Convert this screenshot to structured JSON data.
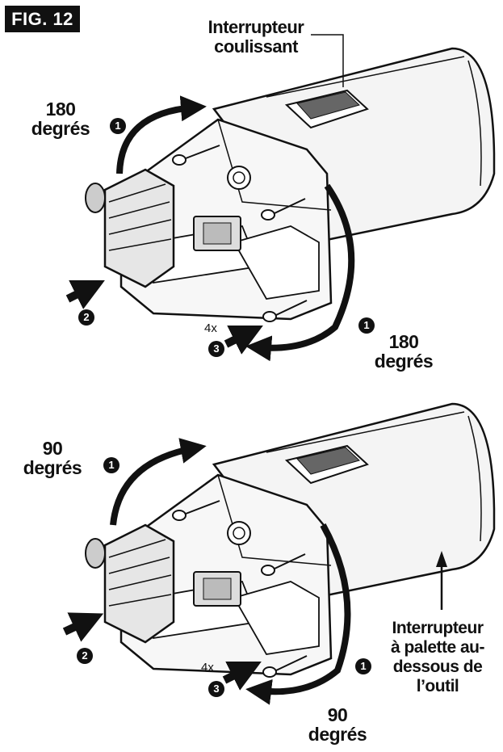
{
  "figure": {
    "tag": "FIG. 12"
  },
  "top_panel": {
    "slide_switch_label": "Interrupteur\ncoulissant",
    "rotation_top": "180\ndegrés",
    "rotation_bottom": "180\ndegrés",
    "step1": "1",
    "step2": "2",
    "step3": "3",
    "multiplier": "4x"
  },
  "bottom_panel": {
    "rotation_top": "90\ndegrés",
    "rotation_bottom": "90\ndegrés",
    "paddle_switch_label": "Interrupteur\nà palette au-\ndessous de\nl’outil",
    "step1": "1",
    "step2": "2",
    "step3": "3",
    "multiplier": "4x"
  },
  "colors": {
    "ink": "#111111",
    "paper": "#ffffff",
    "tool_fill": "#f4f4f4"
  }
}
